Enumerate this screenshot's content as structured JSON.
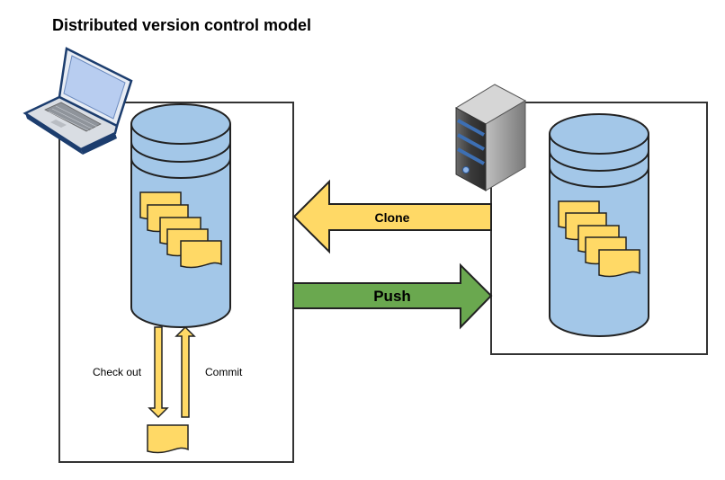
{
  "title": "Distributed version control model",
  "labels": {
    "clone": "Clone",
    "push": "Push",
    "checkout": "Check out",
    "commit": "Commit"
  },
  "colors": {
    "db_fill": "#a3c7e8",
    "db_stroke": "#2a2a2a",
    "doc_fill": "#ffd966",
    "clone_arrow": "#ffd966",
    "push_arrow": "#6aa84f",
    "box_stroke": "#333333"
  },
  "icons": {
    "laptop": "laptop-icon",
    "server": "server-icon"
  }
}
